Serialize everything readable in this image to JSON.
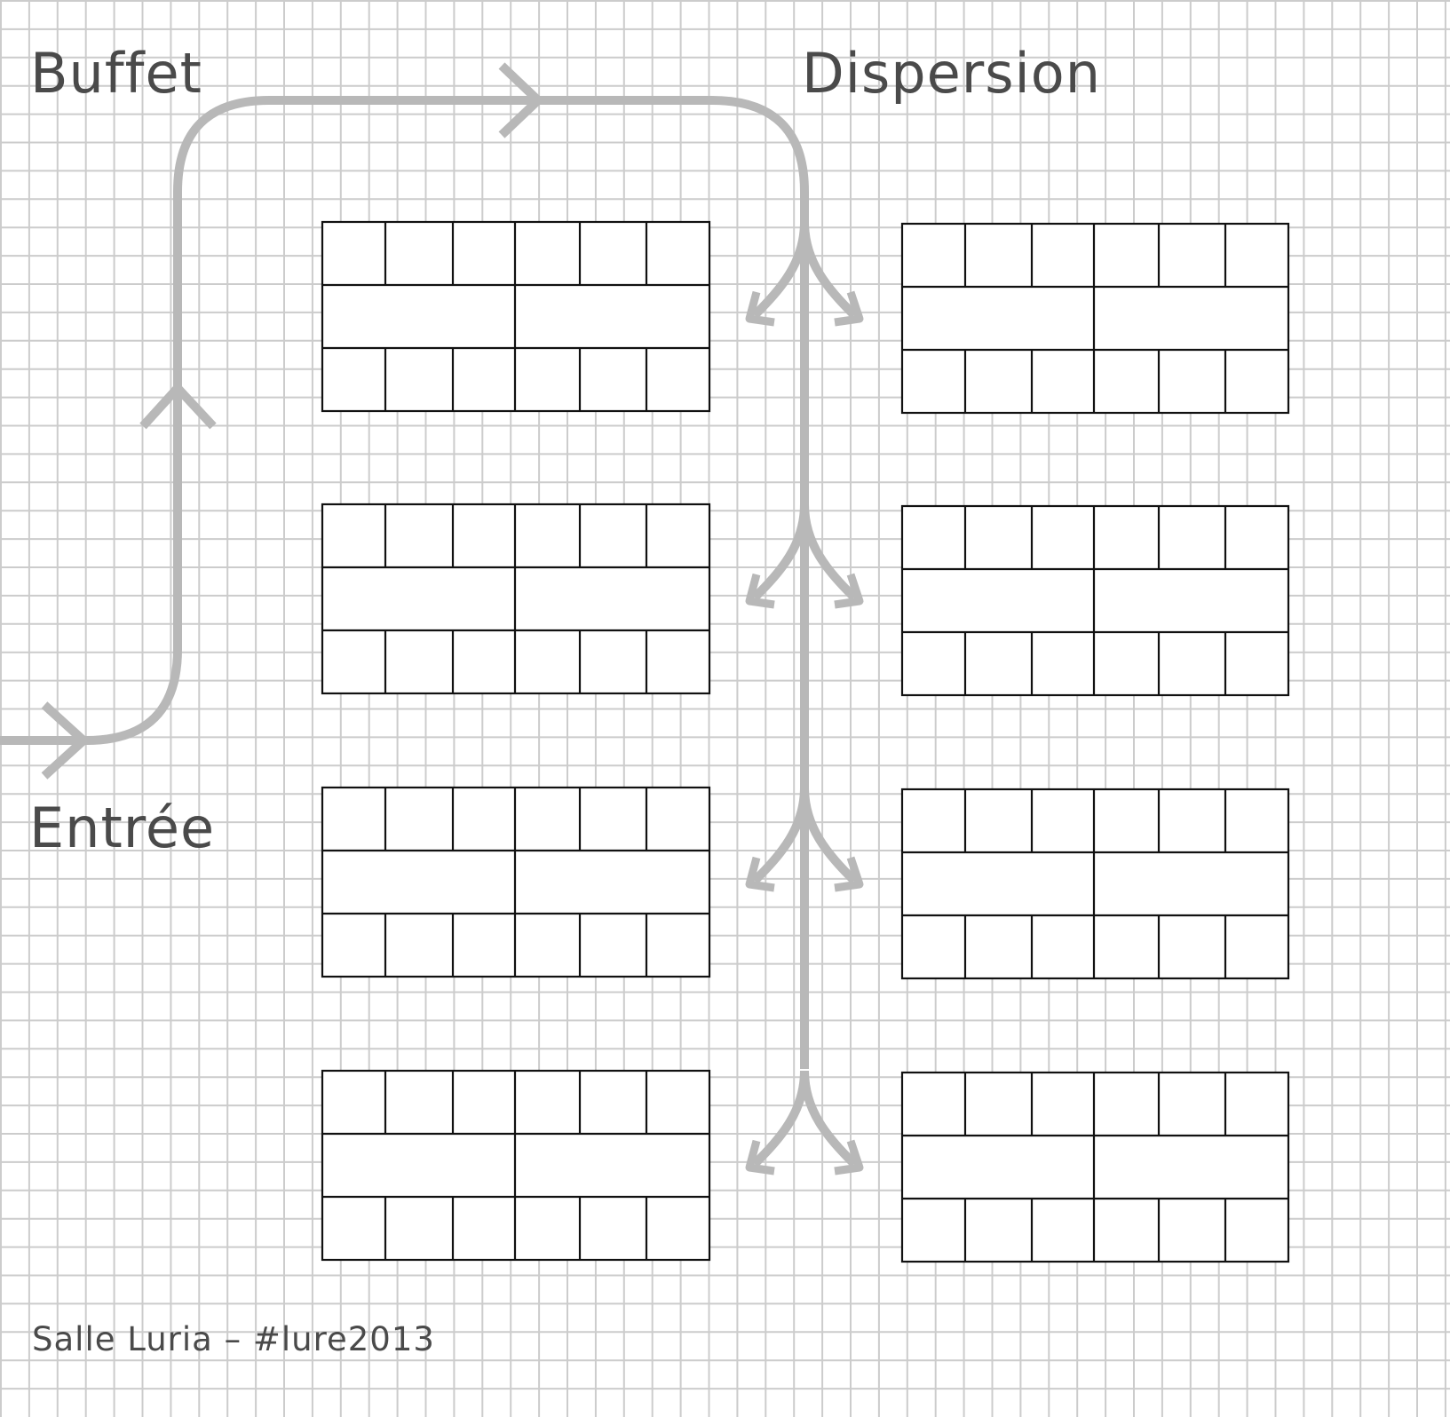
{
  "labels": {
    "buffet": "Buffet",
    "dispersion": "Dispersion",
    "entree": "Entrée",
    "caption": "Salle Luria – #lure2013"
  },
  "colors": {
    "background": "#ffffff",
    "grid": "#cccccc",
    "flow_path": "#b8b8b8",
    "table_stroke": "#111111",
    "text": "#4a4a4a"
  },
  "layout": {
    "table_block_columns": 2,
    "table_block_rows": 4,
    "table_block_structure": {
      "top_row_cells": 6,
      "middle_row_cells": 2,
      "bottom_row_cells": 6
    }
  }
}
